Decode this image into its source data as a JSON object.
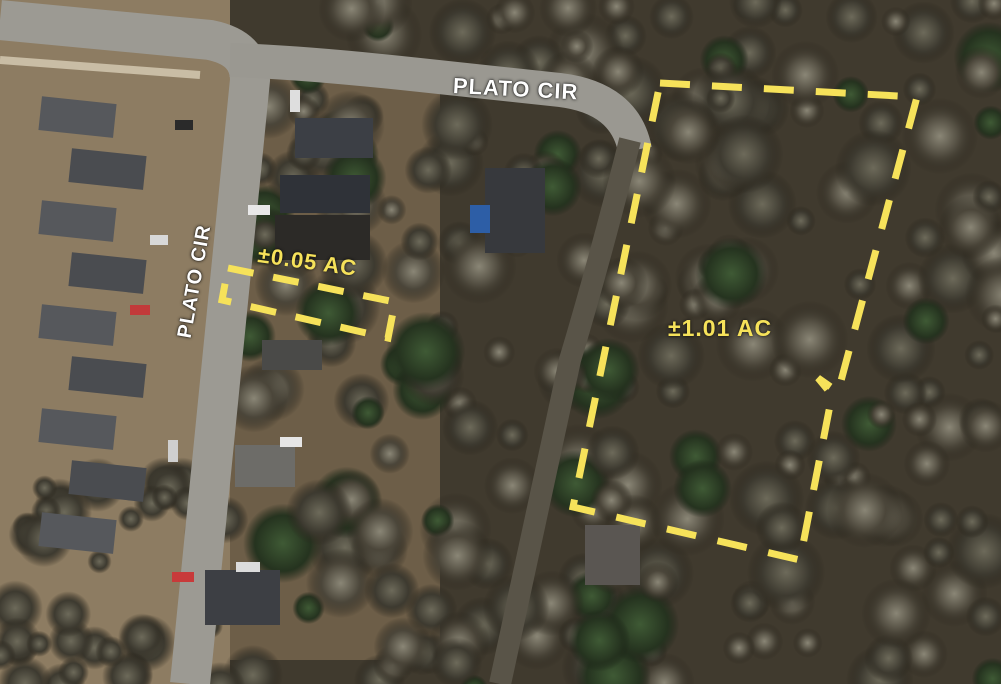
{
  "map": {
    "roads": [
      {
        "label": "PLATO CIR"
      },
      {
        "label": "PLATO CIR"
      }
    ],
    "parcels": [
      {
        "label": "±0.05 AC"
      },
      {
        "label": "±1.01 AC"
      }
    ],
    "colors": {
      "parcel_outline": "#f6e25a",
      "road_label": "#ffffff"
    }
  }
}
